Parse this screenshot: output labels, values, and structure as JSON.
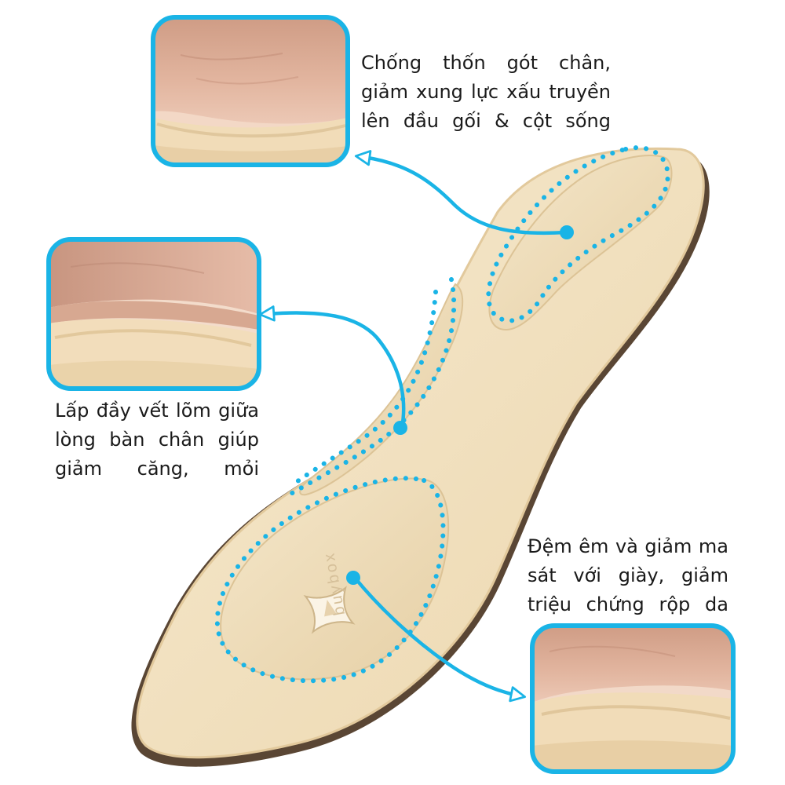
{
  "brand": {
    "logo_text": "buybox"
  },
  "colors": {
    "accent": "#1ab4e6",
    "insole": "#f1dfbc",
    "insole_edge": "#e2c99c",
    "insole_sole": "#5a4634",
    "skin": "#d9a88f"
  },
  "callouts": {
    "heel": {
      "lines": [
        "Chống thốn gót chân,",
        "giảm xung lực xấu truyền",
        "lên đầu gối & cột sống"
      ]
    },
    "arch": {
      "lines": [
        "Lấp đầy vết lõm giữa",
        "lòng bàn chân giúp",
        "giảm căng, mỏi"
      ]
    },
    "forefoot": {
      "lines": [
        "Đệm êm và giảm ma",
        "sát với giày, giảm",
        "triệu chứng rộp da"
      ]
    }
  }
}
